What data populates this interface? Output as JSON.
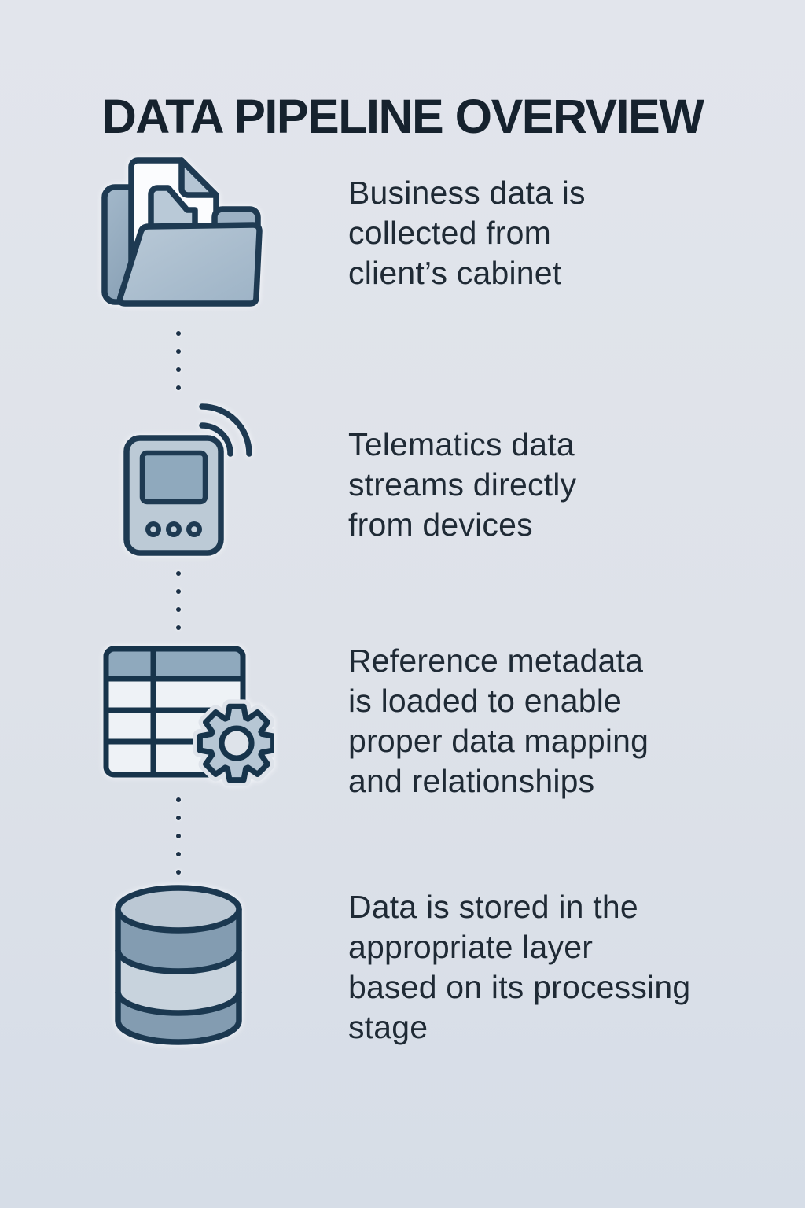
{
  "title": "DATA PIPELINE OVERVIEW",
  "colors": {
    "background": "#dee2e9",
    "outline_navy": "#1e3a52",
    "title_text": "#16222e",
    "body_text": "#1f2a35",
    "fill_light": "#bccad6",
    "fill_medium": "#8fa9bd",
    "fill_dark_band": "#839cb1",
    "dot": "#1c3147"
  },
  "steps": [
    {
      "id": "collect",
      "icon": "folder-documents-icon",
      "lines": [
        "Business data is",
        "collected from",
        "client’s cabinet"
      ]
    },
    {
      "id": "stream",
      "icon": "telematics-device-icon",
      "lines": [
        "Telematics data",
        "streams directly",
        "from devices"
      ]
    },
    {
      "id": "reference",
      "icon": "table-gear-icon",
      "lines": [
        "Reference metadata",
        "is loaded to enable",
        "proper data mapping",
        "and relationships"
      ]
    },
    {
      "id": "store",
      "icon": "database-icon",
      "lines": [
        "Data is stored in the",
        "appropriate layer",
        "based on its processing",
        "stage"
      ]
    }
  ]
}
